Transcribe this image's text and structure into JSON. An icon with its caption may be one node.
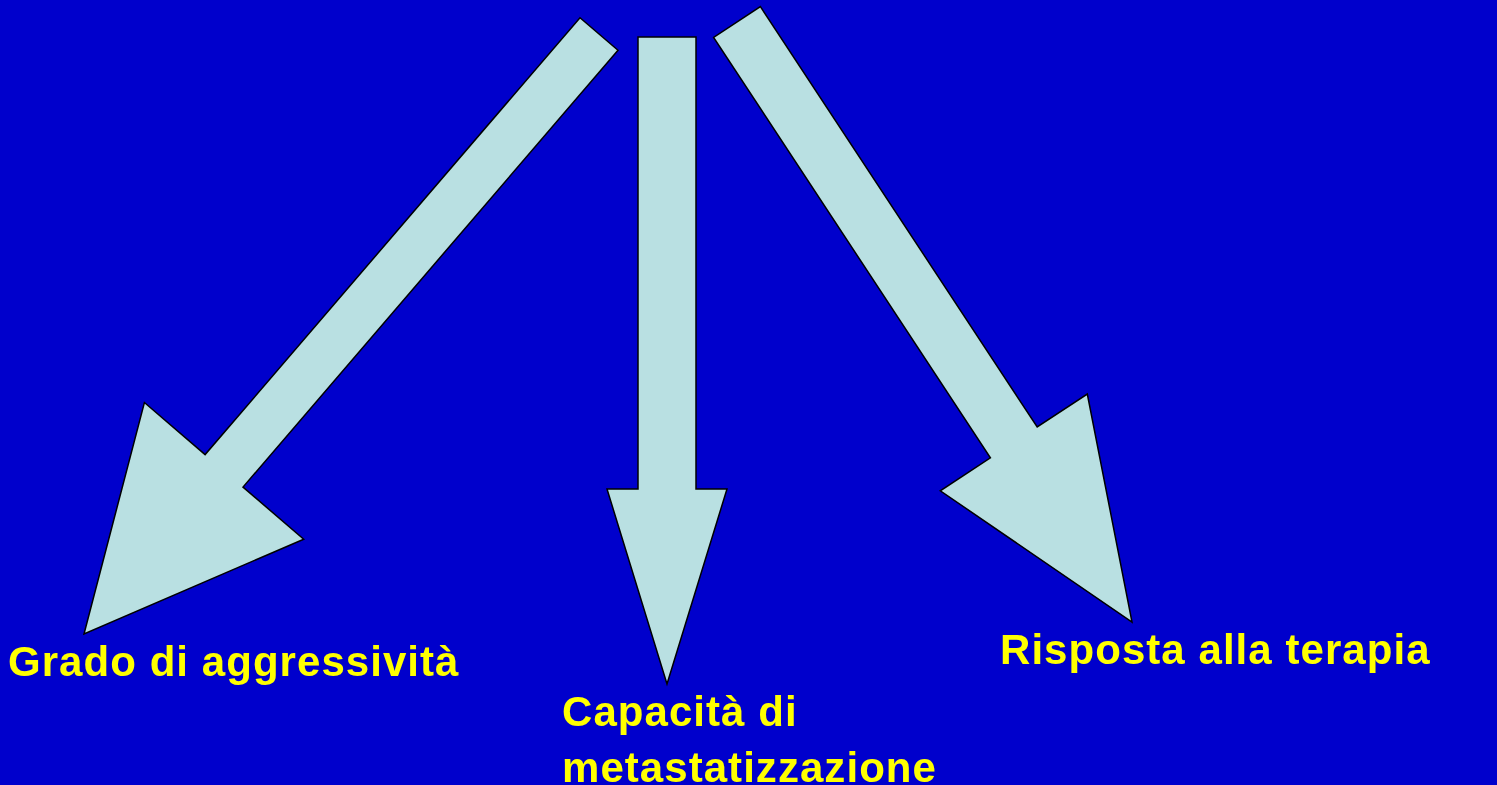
{
  "diagram": {
    "nodes": [
      {
        "text": [
          "Grado di aggressività"
        ]
      },
      {
        "text": [
          "Capacità di metastatizzazione"
        ]
      },
      {
        "text": [
          "Risposta alla terapia"
        ]
      }
    ],
    "edges": [
      {
        "from": null,
        "to": 0,
        "arrow": "to",
        "style": "thick"
      },
      {
        "from": null,
        "to": 1,
        "arrow": "to",
        "style": "thick"
      },
      {
        "from": null,
        "to": 2,
        "arrow": "to",
        "style": "thick"
      }
    ]
  }
}
